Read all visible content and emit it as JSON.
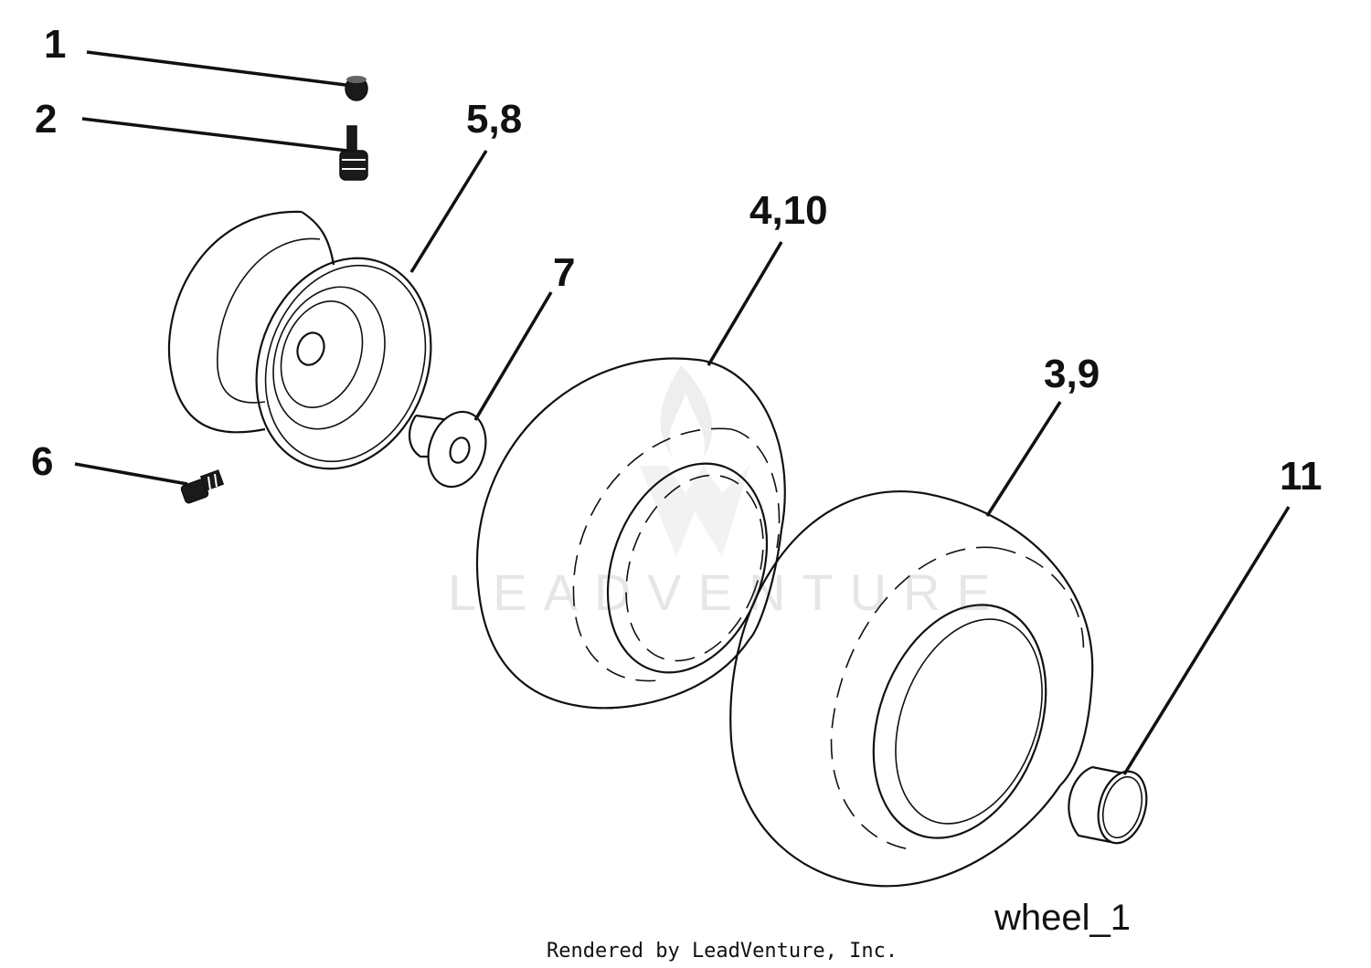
{
  "diagram": {
    "id_label": "wheel_1",
    "credit": "Rendered by LeadVenture, Inc.",
    "watermark": "LEADVENTURE",
    "callouts": {
      "c1": "1",
      "c2": "2",
      "c3_9": "3,9",
      "c4_10": "4,10",
      "c5_8": "5,8",
      "c6": "6",
      "c7": "7",
      "c11": "11"
    }
  }
}
